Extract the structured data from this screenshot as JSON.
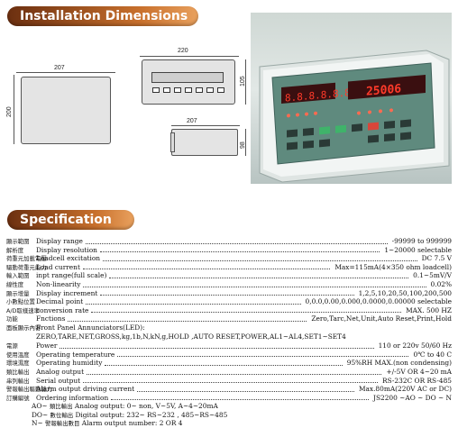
{
  "installation": {
    "title": "Installation Dimensions",
    "front_width": "220",
    "front_height": "105",
    "side_width": "207",
    "side_height": "200",
    "top_width": "207",
    "top_height": "98"
  },
  "specification": {
    "title": "Specification",
    "rows": [
      {
        "zh": "顯示範圍",
        "en": "Display range",
        "val": "-99999 to 999999"
      },
      {
        "zh": "解析度",
        "en": "Display resolution",
        "val": "1~20000 selectable"
      },
      {
        "zh": "荷重元加載電壓",
        "en": "Loadcell excitation",
        "val": "DC 7.5 V"
      },
      {
        "zh": "驅動荷重元能力",
        "en": "Load current",
        "val": "Max=115mA(4×350 ohm loadcell)"
      },
      {
        "zh": "輸入範圍",
        "en": "inpt range(full scale)",
        "val": "0.1~5mV/V"
      },
      {
        "zh": "線性度",
        "en": "Non-linearity",
        "val": "0.02%"
      },
      {
        "zh": "顯示增量",
        "en": "Display increment",
        "val": "1,2,5,10,20,50,100,200,500"
      },
      {
        "zh": "小數點位置",
        "en": "Decimal point",
        "val": "0,0.0,0.00,0.000,0.0000,0.00000 selectable"
      },
      {
        "zh": "A/D取樣速率",
        "en": "conversion rate",
        "val": "MAX. 500 HZ"
      },
      {
        "zh": "功能",
        "en": "Fnctions",
        "val": "Zero,Tarc,Net,Unit,Auto Reset,Print,Hold"
      }
    ],
    "annunciators_zh": "面板顯示內容",
    "annunciators_label": "Front Panel Annunciators(LED):",
    "annunciators_list": "ZERO,TARE,NET,GROSS,kg,1b,N,kN,g,HOLD ,AUTO RESET,POWER,AL1~AL4,SET1~SET4",
    "rows2": [
      {
        "zh": "電源",
        "en": "Power",
        "val": "110 or 220v 50/60 Hz"
      },
      {
        "zh": "使用溫度",
        "en": "Operating temperature",
        "val": "0℃ to 40 C"
      },
      {
        "zh": "環境濕度",
        "en": "Operating humidity",
        "val": "95%RH MAX.(non condensing)"
      },
      {
        "zh": "類比輸出",
        "en": "Analog output",
        "val": "+/-5V OR 4~20 mA"
      },
      {
        "zh": "串列輸出",
        "en": "Serial output",
        "val": "RS-232C OR RS-485"
      },
      {
        "zh": "警報輸出驅動能力",
        "en": "Alarm output driving current",
        "val": "Max.80mA(220V AC or DC)"
      },
      {
        "zh": "訂購編號",
        "en": "Ordering information",
        "val": "JS2200 ~AO ~ DO ~ N"
      }
    ],
    "ordering": [
      {
        "prefix": "AO~",
        "zh": "類比輸出",
        "en": "Analog output: 0~ non, V~5V, A~4~20mA"
      },
      {
        "prefix": "DO~",
        "zh": "數位輸出",
        "en": "Digital output: 232~ RS~232 , 485~RS~485"
      },
      {
        "prefix": "N~",
        "zh": "警報輸出數目",
        "en": "Alarm output number: 2 OR 4"
      }
    ]
  },
  "photo": {
    "left_display": "8.8.8.8.8.8",
    "right_display": "25006",
    "colors": {
      "display_bg": "#3a0f10",
      "led_red": "#ff3a2a",
      "panel": "#5f8a7e",
      "case": "#e9eeec"
    }
  }
}
